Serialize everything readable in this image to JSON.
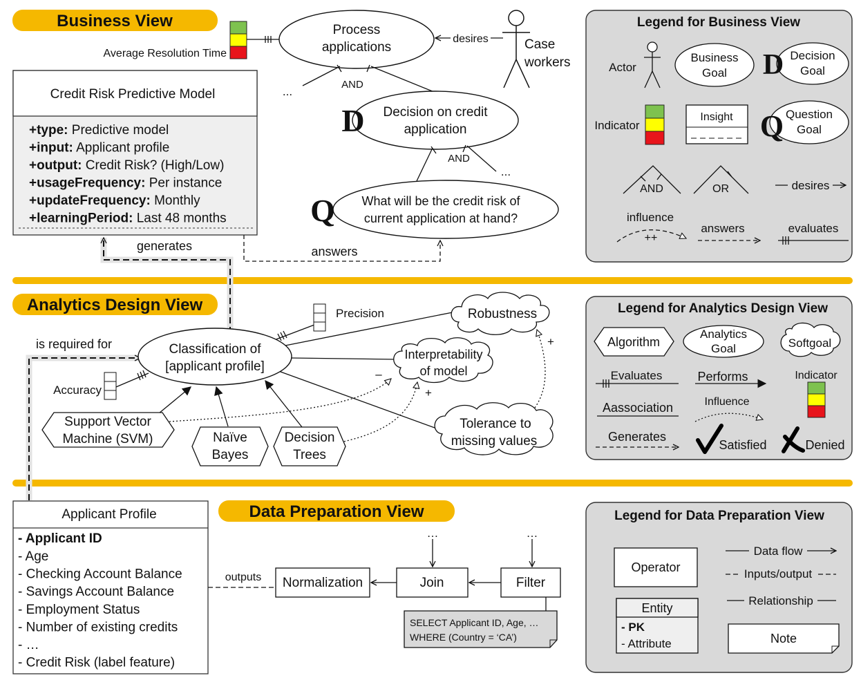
{
  "colors": {
    "accent_yellow": "#f5b800",
    "legend_bg": "#d9d9d9",
    "box_bg": "#efefef",
    "indicator_green": "#7ec24f",
    "indicator_yellow": "#ffff00",
    "indicator_red": "#e8141b",
    "check_black": "#000000"
  },
  "views": {
    "business": "Business View",
    "analytics": "Analytics Design View",
    "data_prep": "Data Preparation View"
  },
  "business": {
    "indicator_label": "Average Resolution Time",
    "model": {
      "title": "Credit Risk Predictive Model",
      "attributes": [
        {
          "key": "+type:",
          "value": " Predictive model"
        },
        {
          "key": "+input:",
          "value": " Applicant profile"
        },
        {
          "key": "+output:",
          "value": " Credit Risk? (High/Low)"
        },
        {
          "key": "+usageFrequency:",
          "value": " Per instance"
        },
        {
          "key": "+updateFrequency:",
          "value": " Monthly"
        },
        {
          "key": "+learningPeriod:",
          "value": " Last 48 months"
        }
      ]
    },
    "goal_line1": "Process",
    "goal_line2": "applications",
    "desires": "desires",
    "actor_line1": "Case",
    "actor_line2": "workers",
    "and1": "AND",
    "and2": "AND",
    "dots": "...",
    "decision_line1": "Decision on credit",
    "decision_line2": "application",
    "question_line1": "What will be the credit risk of",
    "question_line2": "current application at hand?",
    "generates": "generates",
    "answers": "answers",
    "D": "D",
    "Q": "Q"
  },
  "legend_business": {
    "title": "Legend for Business View",
    "actor": "Actor",
    "business_goal_1": "Business",
    "business_goal_2": "Goal",
    "decision_goal_1": "Decision",
    "decision_goal_2": "Goal",
    "indicator": "Indicator",
    "insight": "Insight",
    "question_goal_1": "Question",
    "question_goal_2": "Goal",
    "and": "AND",
    "or": "OR",
    "desires": "desires",
    "influence": "influence",
    "influence_sign": "++",
    "answers": "answers",
    "evaluates": "evaluates"
  },
  "analytics": {
    "required_for": "is required for",
    "classification_1": "Classification of",
    "classification_2": "[applicant profile]",
    "precision": "Precision",
    "accuracy": "Accuracy",
    "robustness": "Robustness",
    "interpretability_1": "Interpretability",
    "interpretability_2": "of model",
    "tolerance_1": "Tolerance to",
    "tolerance_2": "missing values",
    "svm_1": "Support Vector",
    "svm_2": "Machine (SVM)",
    "nb_1": "Naïve",
    "nb_2": "Bayes",
    "dt_1": "Decision",
    "dt_2": "Trees",
    "minus": "–",
    "plus1": "+",
    "plus2": "+"
  },
  "legend_analytics": {
    "title": "Legend for Analytics Design View",
    "algorithm": "Algorithm",
    "analytics_goal_1": "Analytics",
    "analytics_goal_2": "Goal",
    "softgoal": "Softgoal",
    "evaluates": "Evaluates",
    "performs": "Performs",
    "indicator": "Indicator",
    "association": "Aassociation",
    "influence": "Influence",
    "generates": "Generates",
    "satisfied": "Satisfied",
    "denied": "Denied"
  },
  "data_prep": {
    "entity_title": "Applicant Profile",
    "pk": "- Applicant ID",
    "attributes": [
      "- Age",
      "- Checking Account Balance",
      "- Savings Account Balance",
      "- Employment Status",
      "- Number of existing credits",
      "- …",
      "- Credit Risk (label feature)"
    ],
    "outputs": "outputs",
    "normalization": "Normalization",
    "join": "Join",
    "filter": "Filter",
    "dots": "…",
    "note_1": "SELECT Applicant ID, Age, …",
    "note_2": "WHERE (Country = ‘CA’)"
  },
  "legend_data": {
    "title": "Legend for Data Preparation View",
    "operator": "Operator",
    "data_flow": "Data flow",
    "inputs_output": "Inputs/output",
    "relationship": "Relationship",
    "entity": "Entity",
    "pk": "- PK",
    "attribute": "- Attribute",
    "note": "Note"
  }
}
